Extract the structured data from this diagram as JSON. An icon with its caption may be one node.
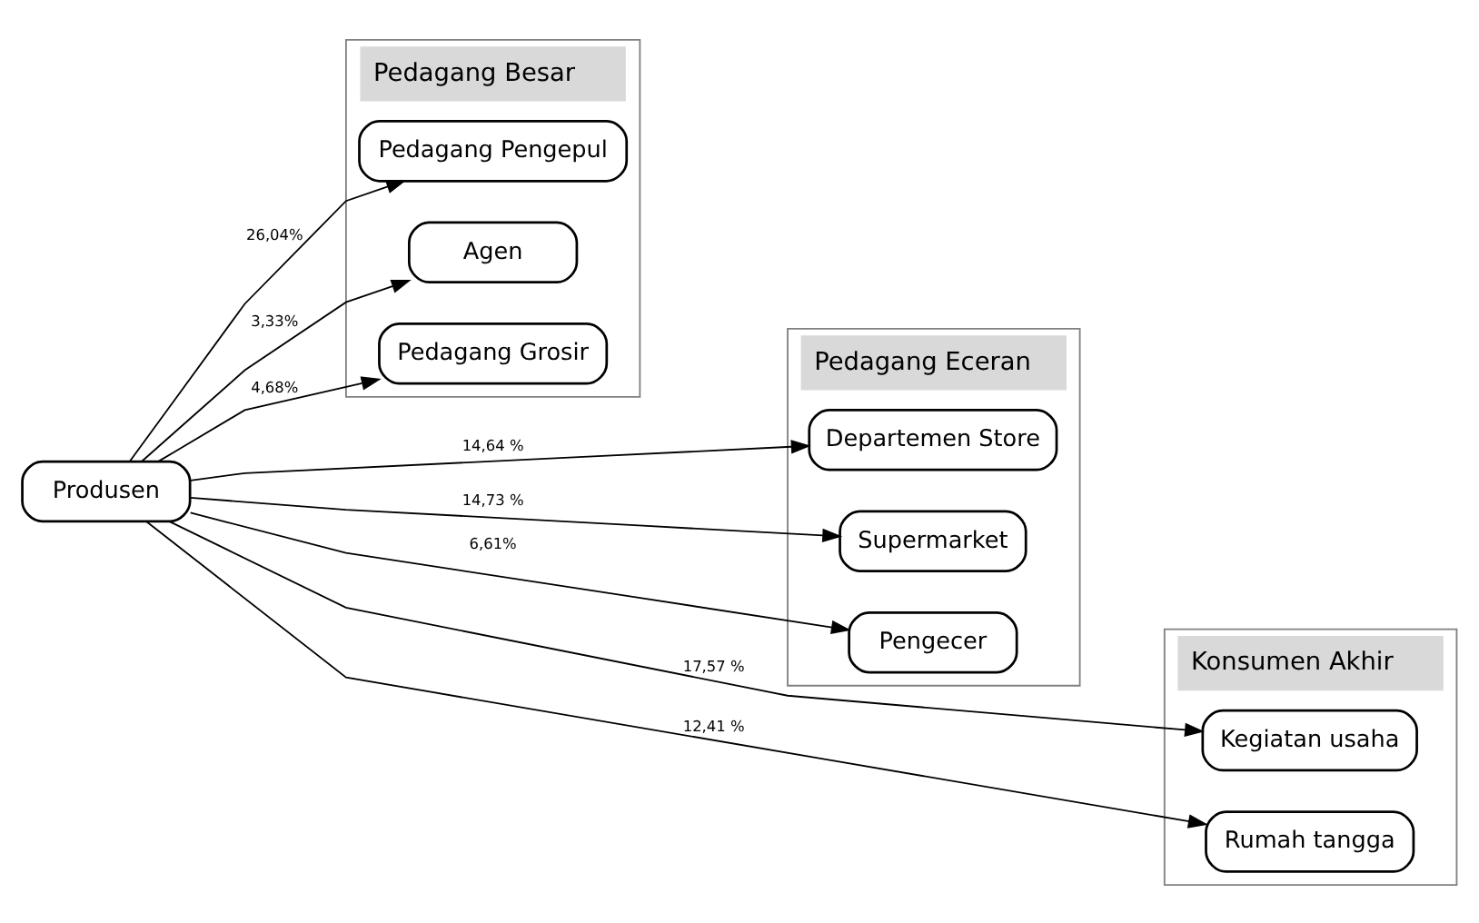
{
  "diagram": {
    "nodes": [
      {
        "text": [
          "Pedagang Besar"
        ]
      },
      {
        "text": [
          "Pedagang Eceran"
        ]
      },
      {
        "text": [
          "Konsumen Akhir"
        ]
      },
      {
        "text": [
          "Produsen"
        ]
      },
      {
        "text": [
          "Pedagang Pengepul"
        ],
        "in": 0
      },
      {
        "text": [
          "Agen"
        ],
        "in": 0
      },
      {
        "text": [
          "Pedagang Grosir"
        ],
        "in": 0
      },
      {
        "text": [
          "Departemen Store"
        ],
        "in": 1
      },
      {
        "text": [
          "Supermarket"
        ],
        "in": 1
      },
      {
        "text": [
          "Pengecer"
        ],
        "in": 1
      },
      {
        "text": [
          "Kegiatan usaha"
        ],
        "in": 2
      },
      {
        "text": [
          "Rumah tangga"
        ],
        "in": 2
      }
    ],
    "edges": [
      {
        "from": 3,
        "to": 4,
        "arrow": "to",
        "label": "26,04%"
      },
      {
        "from": 3,
        "to": 5,
        "arrow": "to",
        "label": "3,33%"
      },
      {
        "from": 3,
        "to": 6,
        "arrow": "to",
        "label": "4,68%"
      },
      {
        "from": 3,
        "to": 7,
        "arrow": "to",
        "label": "14,64 %"
      },
      {
        "from": 3,
        "to": 8,
        "arrow": "to",
        "label": "14,73 %"
      },
      {
        "from": 3,
        "to": 9,
        "arrow": "to",
        "label": "6,61%"
      },
      {
        "from": 3,
        "to": 10,
        "arrow": "to",
        "label": "17,57 %"
      },
      {
        "from": 3,
        "to": 11,
        "arrow": "to",
        "label": "12,41 %"
      }
    ]
  }
}
